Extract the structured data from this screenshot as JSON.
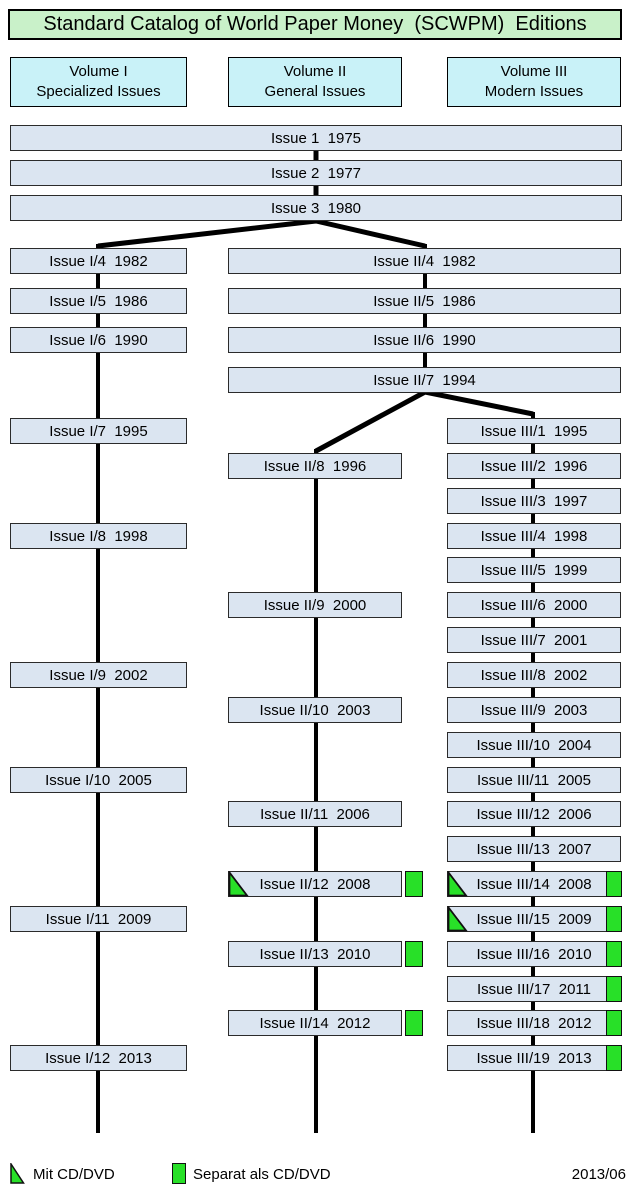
{
  "title": "Standard Catalog of World Paper Money  (SCWPM)  Editions",
  "volumes": [
    {
      "line1": "Volume I",
      "line2": "Specialized Issues"
    },
    {
      "line1": "Volume II",
      "line2": "General Issues"
    },
    {
      "line1": "Volume III",
      "line2": "Modern Issues"
    }
  ],
  "root_issues": [
    {
      "label": "Issue 1  1975",
      "col": "full",
      "section": "root",
      "row": 0
    },
    {
      "label": "Issue 2  1977",
      "col": "full",
      "section": "root",
      "row": 1
    },
    {
      "label": "Issue 3  1980",
      "col": "full",
      "section": "root",
      "row": 2
    }
  ],
  "vol1_issues": [
    {
      "label": "Issue I/4  1982",
      "col": "left",
      "section": "A",
      "row": 0
    },
    {
      "label": "Issue I/5  1986",
      "col": "left",
      "section": "A",
      "row": 1
    },
    {
      "label": "Issue I/6  1990",
      "col": "left",
      "section": "A",
      "row": 2
    },
    {
      "label": "Issue I/7  1995",
      "col": "left",
      "section": "B",
      "row": 0
    },
    {
      "label": "Issue I/8  1998",
      "col": "left",
      "section": "B",
      "row": 3
    },
    {
      "label": "Issue I/9  2002",
      "col": "left",
      "section": "B",
      "row": 7
    },
    {
      "label": "Issue I/10  2005",
      "col": "left",
      "section": "B",
      "row": 10
    },
    {
      "label": "Issue I/11  2009",
      "col": "left",
      "section": "B",
      "row": 14
    },
    {
      "label": "Issue I/12  2013",
      "col": "left",
      "section": "B",
      "row": 18
    }
  ],
  "vol2_issues": [
    {
      "label": "Issue II/4  1982",
      "col": "midWide",
      "section": "A",
      "row": 0
    },
    {
      "label": "Issue II/5  1986",
      "col": "midWide",
      "section": "A",
      "row": 1
    },
    {
      "label": "Issue II/6  1990",
      "col": "midWide",
      "section": "A",
      "row": 2
    },
    {
      "label": "Issue II/7  1994",
      "col": "midWide",
      "section": "A",
      "row": 3
    },
    {
      "label": "Issue II/8  1996",
      "col": "mid",
      "section": "B",
      "row": 1
    },
    {
      "label": "Issue II/9  2000",
      "col": "mid",
      "section": "B",
      "row": 5
    },
    {
      "label": "Issue II/10  2003",
      "col": "mid",
      "section": "B",
      "row": 8
    },
    {
      "label": "Issue II/11  2006",
      "col": "mid",
      "section": "B",
      "row": 11
    },
    {
      "label": "Issue II/12  2008",
      "col": "mid",
      "section": "B",
      "row": 13,
      "cd_triangle": true,
      "cd_box": true
    },
    {
      "label": "Issue II/13  2010",
      "col": "mid",
      "section": "B",
      "row": 15,
      "cd_box": true
    },
    {
      "label": "Issue II/14  2012",
      "col": "mid",
      "section": "B",
      "row": 17,
      "cd_box": true
    }
  ],
  "vol3_issues": [
    {
      "label": "Issue III/1  1995",
      "col": "right",
      "section": "B",
      "row": 0
    },
    {
      "label": "Issue III/2  1996",
      "col": "right",
      "section": "B",
      "row": 1
    },
    {
      "label": "Issue III/3  1997",
      "col": "right",
      "section": "B",
      "row": 2
    },
    {
      "label": "Issue III/4  1998",
      "col": "right",
      "section": "B",
      "row": 3
    },
    {
      "label": "Issue III/5  1999",
      "col": "right",
      "section": "B",
      "row": 4
    },
    {
      "label": "Issue III/6  2000",
      "col": "right",
      "section": "B",
      "row": 5
    },
    {
      "label": "Issue III/7  2001",
      "col": "right",
      "section": "B",
      "row": 6
    },
    {
      "label": "Issue III/8  2002",
      "col": "right",
      "section": "B",
      "row": 7
    },
    {
      "label": "Issue III/9  2003",
      "col": "right",
      "section": "B",
      "row": 8
    },
    {
      "label": "Issue III/10  2004",
      "col": "right",
      "section": "B",
      "row": 9
    },
    {
      "label": "Issue III/11  2005",
      "col": "right",
      "section": "B",
      "row": 10
    },
    {
      "label": "Issue III/12  2006",
      "col": "right",
      "section": "B",
      "row": 11
    },
    {
      "label": "Issue III/13  2007",
      "col": "right",
      "section": "B",
      "row": 12
    },
    {
      "label": "Issue III/14  2008",
      "col": "right",
      "section": "B",
      "row": 13,
      "cd_triangle": true,
      "cd_box": true
    },
    {
      "label": "Issue III/15  2009",
      "col": "right",
      "section": "B",
      "row": 14,
      "cd_triangle": true,
      "cd_box": true
    },
    {
      "label": "Issue III/16  2010",
      "col": "right",
      "section": "B",
      "row": 15,
      "cd_box": true
    },
    {
      "label": "Issue III/17  2011",
      "col": "right",
      "section": "B",
      "row": 16,
      "cd_box": true
    },
    {
      "label": "Issue III/18  2012",
      "col": "right",
      "section": "B",
      "row": 17,
      "cd_box": true
    },
    {
      "label": "Issue III/19  2013",
      "col": "right",
      "section": "B",
      "row": 18,
      "cd_box": true
    }
  ],
  "legend": {
    "with_cd": "Mit CD/DVD",
    "separate_cd": "Separat als CD/DVD",
    "edition_date": "2013/06"
  },
  "colors": {
    "title_bg": "#c9f1c9",
    "volume_bg": "#c9f2f8",
    "issue_bg": "#dbe5f1",
    "cd_green": "#28e028",
    "line": "#000000"
  }
}
